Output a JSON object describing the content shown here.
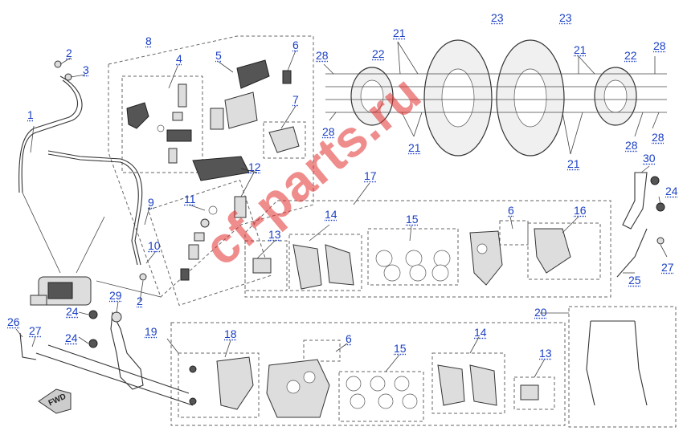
{
  "watermark": "cf-parts.ru",
  "fwd_label": "FWD",
  "callouts": [
    {
      "id": "c1",
      "text": "1"
    },
    {
      "id": "c2a",
      "text": "2"
    },
    {
      "id": "c3",
      "text": "3"
    },
    {
      "id": "c4",
      "text": "4"
    },
    {
      "id": "c5",
      "text": "5"
    },
    {
      "id": "c6a",
      "text": "6"
    },
    {
      "id": "c7",
      "text": "7"
    },
    {
      "id": "c8",
      "text": "8"
    },
    {
      "id": "c9",
      "text": "9"
    },
    {
      "id": "c10",
      "text": "10"
    },
    {
      "id": "c11",
      "text": "11"
    },
    {
      "id": "c12",
      "text": "12"
    },
    {
      "id": "c2b",
      "text": "2"
    },
    {
      "id": "c13a",
      "text": "13"
    },
    {
      "id": "c14a",
      "text": "14"
    },
    {
      "id": "c15a",
      "text": "15"
    },
    {
      "id": "c6b",
      "text": "6"
    },
    {
      "id": "c16",
      "text": "16"
    },
    {
      "id": "c17",
      "text": "17"
    },
    {
      "id": "c28a",
      "text": "28"
    },
    {
      "id": "c22a",
      "text": "22"
    },
    {
      "id": "c21a",
      "text": "21"
    },
    {
      "id": "c23a",
      "text": "23"
    },
    {
      "id": "c23b",
      "text": "23"
    },
    {
      "id": "c21b",
      "text": "21"
    },
    {
      "id": "c22b",
      "text": "22"
    },
    {
      "id": "c28b",
      "text": "28"
    },
    {
      "id": "c28c",
      "text": "28"
    },
    {
      "id": "c21c",
      "text": "21"
    },
    {
      "id": "c21d",
      "text": "21"
    },
    {
      "id": "c28d",
      "text": "28"
    },
    {
      "id": "c28e",
      "text": "28"
    },
    {
      "id": "c30",
      "text": "30"
    },
    {
      "id": "c24a",
      "text": "24"
    },
    {
      "id": "c27a",
      "text": "27"
    },
    {
      "id": "c25",
      "text": "25"
    },
    {
      "id": "c29",
      "text": "29"
    },
    {
      "id": "c24b",
      "text": "24"
    },
    {
      "id": "c24c",
      "text": "24"
    },
    {
      "id": "c26",
      "text": "26"
    },
    {
      "id": "c27b",
      "text": "27"
    },
    {
      "id": "c19",
      "text": "19"
    },
    {
      "id": "c18",
      "text": "18"
    },
    {
      "id": "c6c",
      "text": "6"
    },
    {
      "id": "c15b",
      "text": "15"
    },
    {
      "id": "c14b",
      "text": "14"
    },
    {
      "id": "c13b",
      "text": "13"
    },
    {
      "id": "c20",
      "text": "20"
    }
  ]
}
